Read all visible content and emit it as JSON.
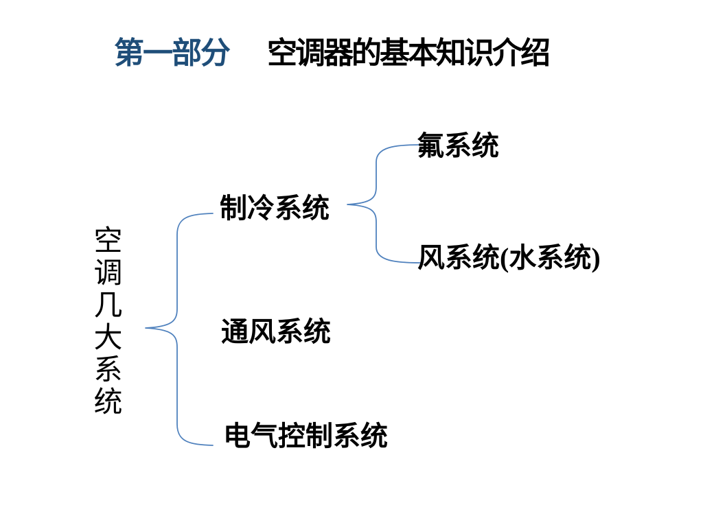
{
  "colors": {
    "title_accent": "#1F4E79",
    "body_text": "#000000",
    "brace": "#4F81BD",
    "background": "#FFFFFF"
  },
  "title": {
    "part_label": "第一部分",
    "main_text": "空调器的基本知识介绍"
  },
  "diagram": {
    "root_label": "空调几大系统",
    "children": [
      {
        "label": "制冷系统",
        "children": [
          {
            "label": "氟系统"
          },
          {
            "label": "风系统(水系统)"
          }
        ]
      },
      {
        "label": "通风系统"
      },
      {
        "label": "电气控制系统"
      }
    ]
  }
}
